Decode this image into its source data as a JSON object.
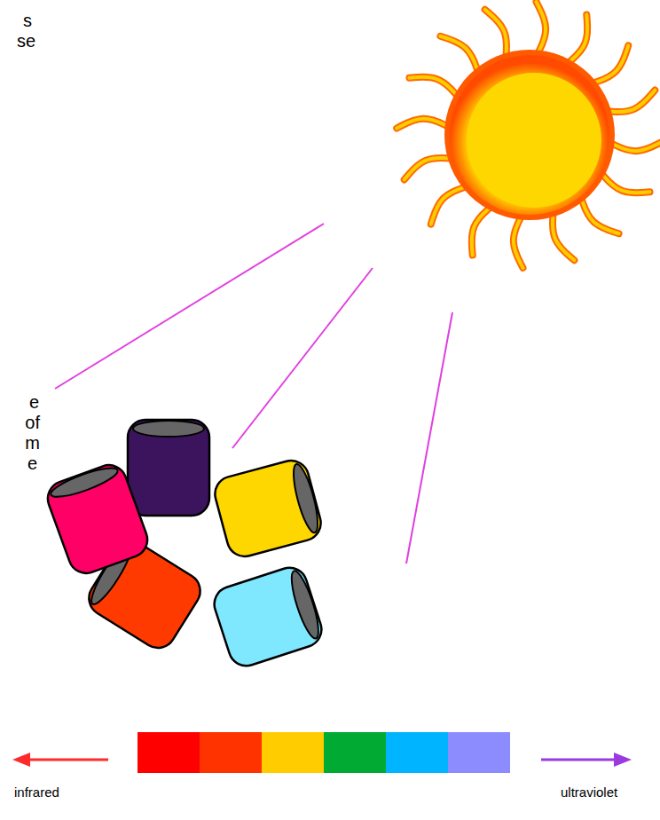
{
  "diagram": {
    "labels": [
      "s",
      "se",
      "e",
      "of",
      "m",
      "e",
      "infrared",
      "ultraviolet"
    ]
  }
}
